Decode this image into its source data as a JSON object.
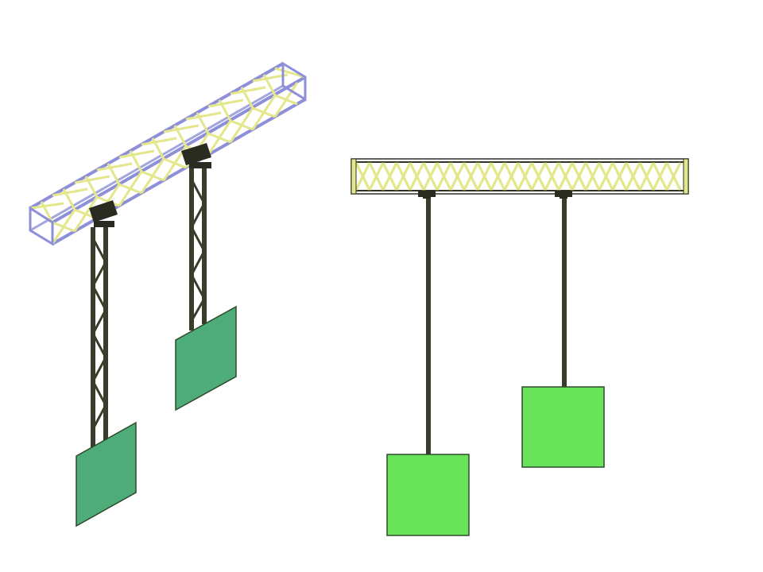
{
  "colors": {
    "background": "#ffffff",
    "truss_chord": "#8d8fd8",
    "truss_diagonal": "#e3e78a",
    "truss_outline": "#2f3122",
    "post_dark": "#3a3d2c",
    "bracket": "#2a2c22",
    "panel_iso": "#4eac78",
    "panel_front": "#69e35a",
    "panel_edge": "#2d4a2c"
  },
  "views": [
    {
      "name": "isometric-view",
      "panel_count": 2
    },
    {
      "name": "front-view",
      "panel_count": 2
    }
  ]
}
